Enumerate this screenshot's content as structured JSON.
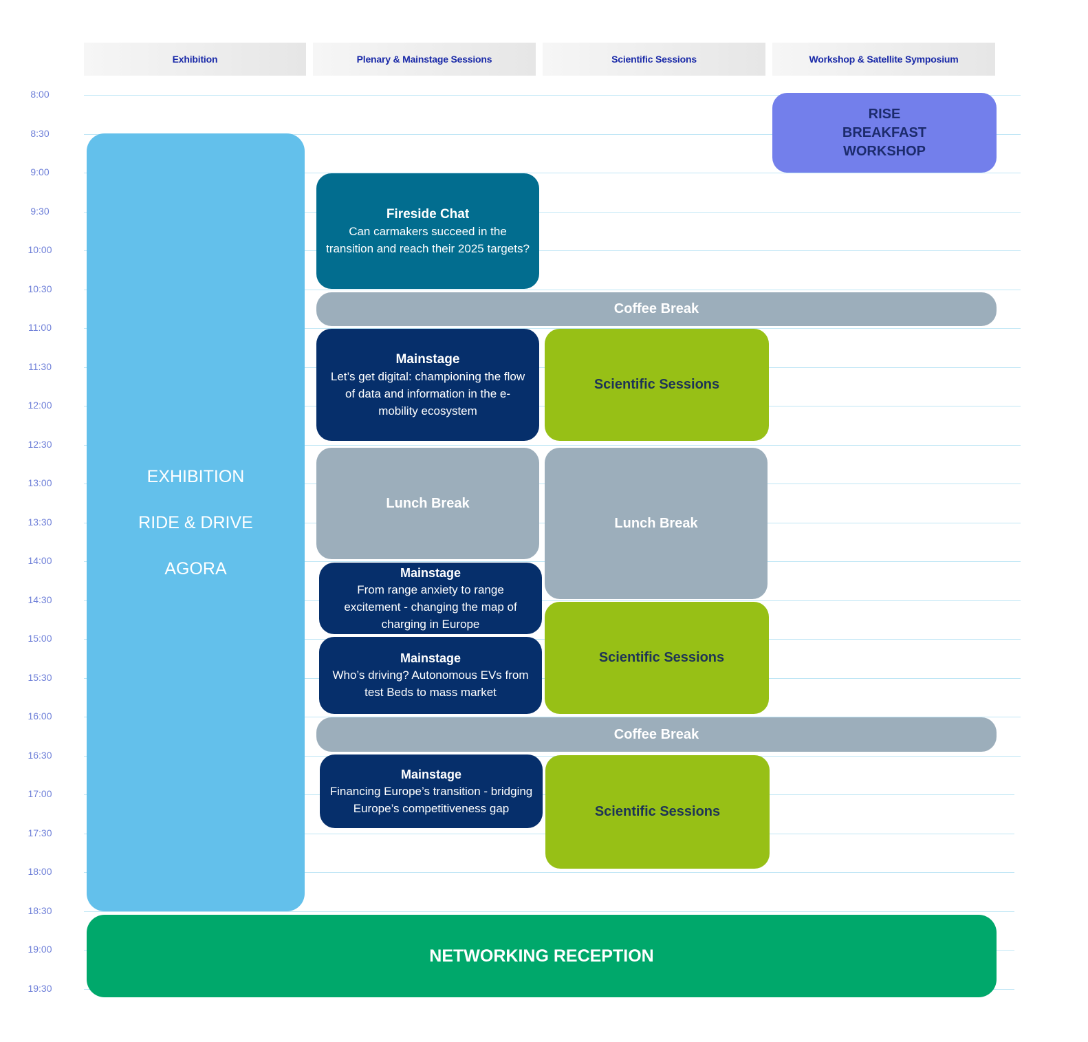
{
  "columns": [
    "Exhibition",
    "Plenary & Mainstage Sessions",
    "Scientific Sessions",
    "Workshop & Satellite Symposium"
  ],
  "times": [
    "8:00",
    "8:30",
    "9:00",
    "9:30",
    "10:00",
    "10:30",
    "11:00",
    "11:30",
    "12:00",
    "12:30",
    "13:00",
    "13:30",
    "14:00",
    "14:30",
    "15:00",
    "15:30",
    "16:00",
    "16:30",
    "17:00",
    "17:30",
    "18:00",
    "18:30",
    "19:00",
    "19:30"
  ],
  "exhibition": {
    "line1": "EXHIBITION",
    "line2": "RIDE & DRIVE",
    "line3": "AGORA"
  },
  "workshop": {
    "line1": "RISE",
    "line2": "BREAKFAST",
    "line3": "WORKSHOP"
  },
  "fireside": {
    "title": "Fireside Chat",
    "desc": "Can carmakers succeed in the transition and reach their 2025 targets?"
  },
  "coffee_break_1": "Coffee Break",
  "mainstage_1": {
    "title": "Mainstage",
    "desc": "Let’s get digital: championing the flow of data and information in the e-mobility ecosystem"
  },
  "scientific_1": "Scientific Sessions",
  "lunch_plenary": "Lunch Break",
  "lunch_scientific": "Lunch Break",
  "mainstage_2": {
    "title": "Mainstage",
    "desc": "From range anxiety to range excitement - changing the map of charging in Europe"
  },
  "mainstage_3": {
    "title": "Mainstage",
    "desc": "Who’s driving? Autonomous EVs from test Beds to mass market"
  },
  "scientific_2": "Scientific Sessions",
  "coffee_break_2": "Coffee Break",
  "mainstage_4": {
    "title": "Mainstage",
    "desc": "Financing Europe’s transition - bridging Europe’s competitiveness gap"
  },
  "scientific_3": "Scientific Sessions",
  "networking": "NETWORKING RECEPTION"
}
